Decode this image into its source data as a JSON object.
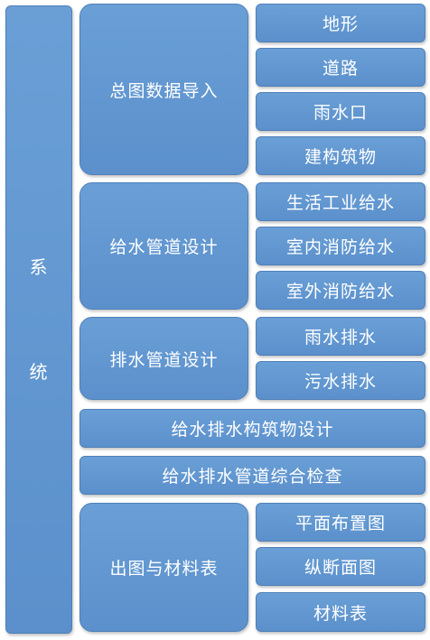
{
  "system": {
    "char1": "系",
    "char2": "统"
  },
  "groups": [
    {
      "label": "总图数据导入",
      "items": [
        "地形",
        "道路",
        "雨水口",
        "建构筑物"
      ]
    },
    {
      "label": "给水管道设计",
      "items": [
        "生活工业给水",
        "室内消防给水",
        "室外消防给水"
      ]
    },
    {
      "label": "排水管道设计",
      "items": [
        "雨水排水",
        "污水排水"
      ]
    },
    {
      "label": "给水排水构筑物设计",
      "items": []
    },
    {
      "label": "给水排水管道综合检查",
      "items": []
    },
    {
      "label": "出图与材料表",
      "items": [
        "平面布置图",
        "纵断面图",
        "材料表"
      ]
    }
  ],
  "colors": {
    "box_fill": "#5b90cc",
    "box_border": "#4f80b8",
    "text": "#ffffff"
  }
}
